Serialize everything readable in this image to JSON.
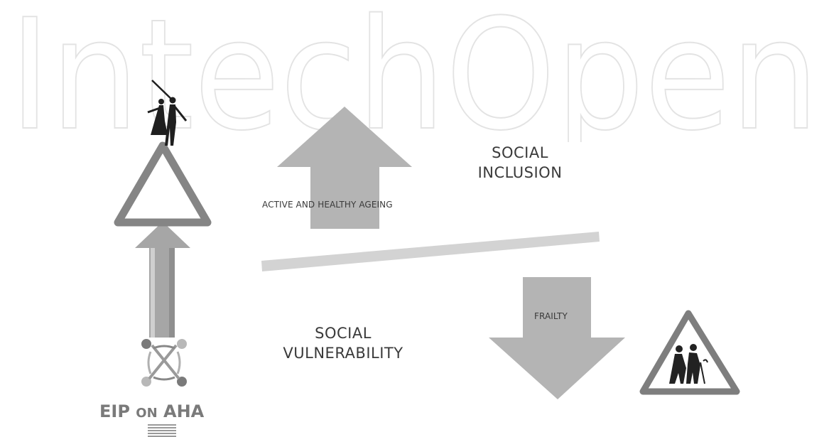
{
  "watermark": {
    "text": "IntechOpen"
  },
  "labels": {
    "active_healthy_ageing": "ACTIVE AND HEALTHY AGEING",
    "social_inclusion": [
      "SOCIAL",
      "INCLUSION"
    ],
    "social_vulnerability": [
      "SOCIAL",
      "VULNERABILITY"
    ],
    "frailty": "FRAILTY"
  },
  "logo": {
    "eip": "EIP",
    "on": "ON",
    "aha": "AHA"
  },
  "icons": {
    "dancing": "dancing-couple-icon",
    "elderly_warning": "elderly-crossing-warning-icon",
    "eip_logo": "eip-aha-logo-icon"
  },
  "colors": {
    "arrow": "#b4b4b4",
    "arrow_dark": "#8a8a8a",
    "beam": "#d3d3d3",
    "text": "#3a3a3a"
  }
}
